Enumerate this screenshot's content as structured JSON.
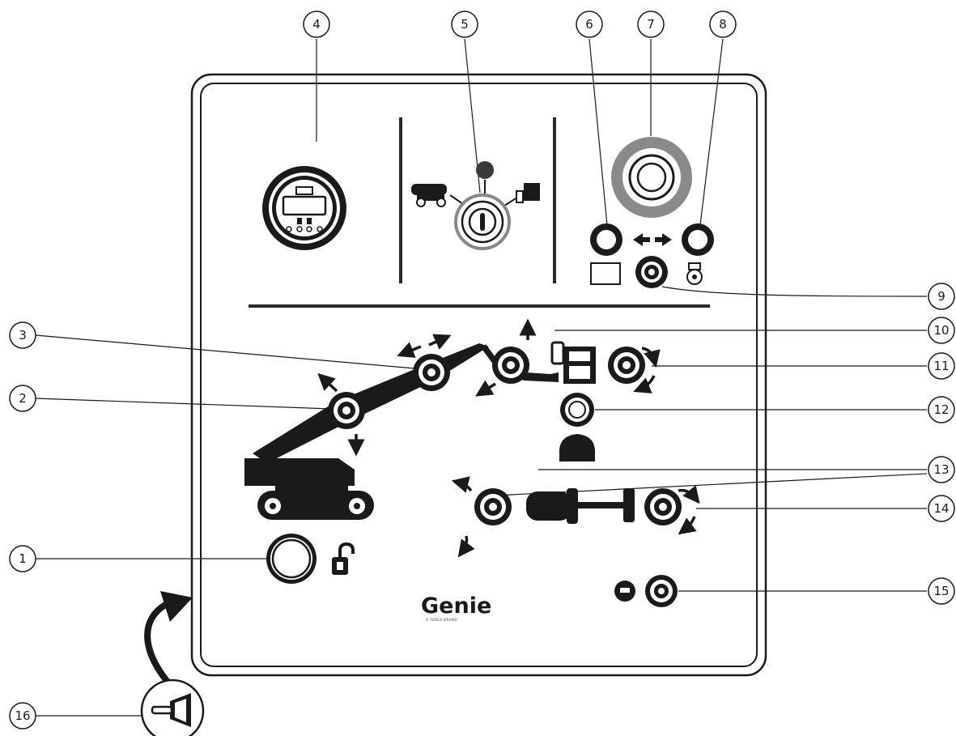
{
  "colors": {
    "ink": "#1a1a1a",
    "panel_border": "#1a1a1a",
    "knob_face": "#ffffff",
    "key_switch_ring": "#888888"
  },
  "logo": {
    "word": "Genie",
    "tagline": "A TEREX BRAND"
  },
  "callouts": [
    {
      "number": "1",
      "target": "red-emergency-stop-button"
    },
    {
      "number": "2",
      "target": "primary-boom-up-down-switch"
    },
    {
      "number": "3",
      "target": "secondary-boom-extend-retract-switch"
    },
    {
      "number": "4",
      "target": "hour-meter-display"
    },
    {
      "number": "5",
      "target": "key-switch-platform-ground-select"
    },
    {
      "number": "6",
      "target": "auxiliary-power-button"
    },
    {
      "number": "7",
      "target": "red-emergency-stop-large-button"
    },
    {
      "number": "8",
      "target": "engine-start-button"
    },
    {
      "number": "9",
      "target": "function-enable-switch"
    },
    {
      "number": "10",
      "target": "jib-boom-up-down-switch"
    },
    {
      "number": "11",
      "target": "platform-level-switch"
    },
    {
      "number": "12",
      "target": "horn-button"
    },
    {
      "number": "13",
      "target": "turntable-rotate-switch"
    },
    {
      "number": "14",
      "target": "platform-rotate-switch"
    },
    {
      "number": "15",
      "target": "glow-plug-switch"
    },
    {
      "number": "16",
      "target": "circuit-breaker"
    }
  ],
  "icons": {
    "hour_meter": "hour-meter-icon",
    "key_switch": "key-switch-icon",
    "boom_lift": "boom-lift-machine-icon",
    "unlock": "unlock-padlock-icon",
    "horn": "horn-bell-icon",
    "platform": "platform-basket-icon",
    "turntable": "turntable-rotate-icon",
    "battery": "battery-icon",
    "engine": "engine-icon",
    "glow_plug": "glow-plug-icon",
    "circuit_breaker": "circuit-breaker-icon",
    "curved_arrow": "curved-arrow-icon"
  }
}
